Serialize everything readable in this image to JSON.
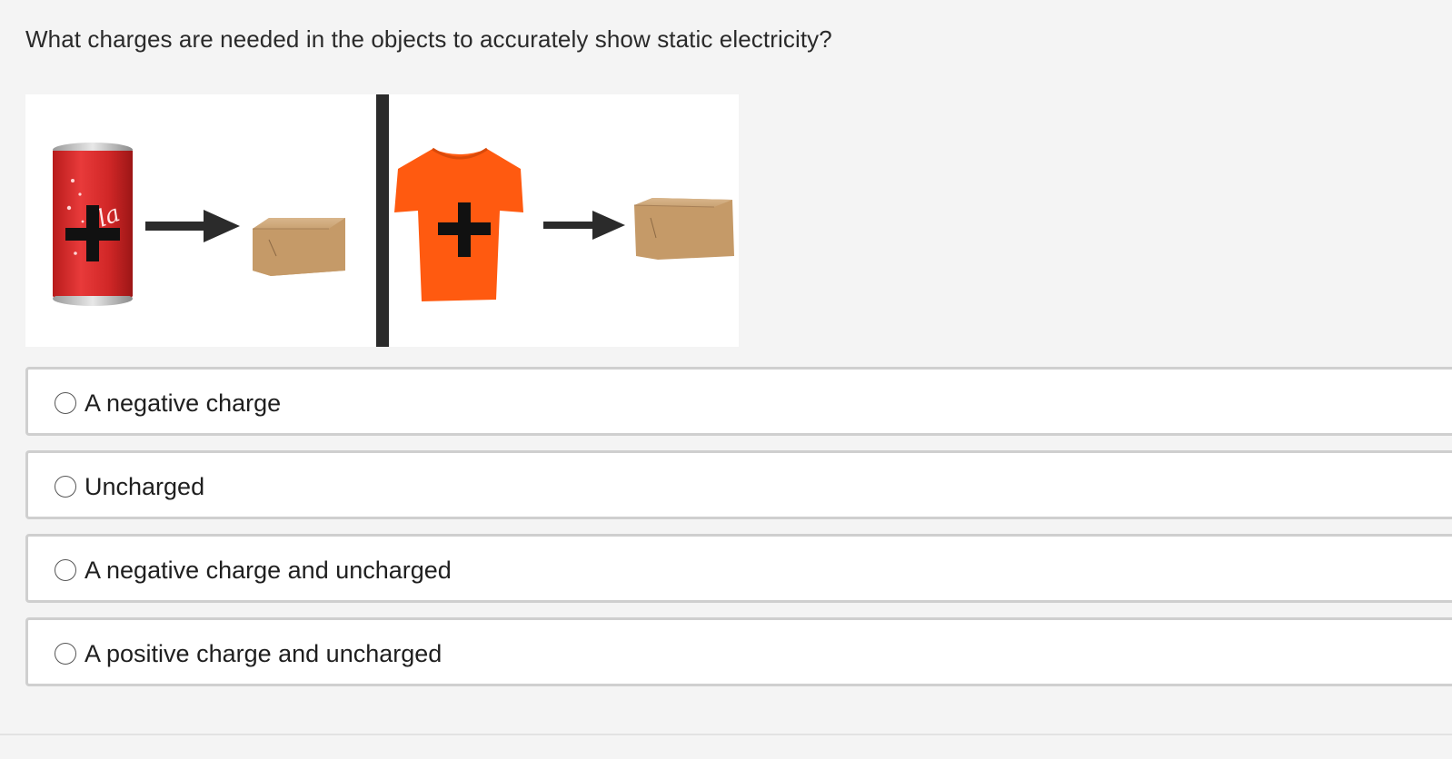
{
  "question": {
    "text": "What charges are needed in the objects to accurately show static electricity?"
  },
  "figure": {
    "left_panel": {
      "object": "soda-can",
      "charge_symbol": "+",
      "target": "box"
    },
    "right_panel": {
      "object": "t-shirt",
      "charge_symbol": "+",
      "target": "box"
    },
    "can_text": "la",
    "colors": {
      "can": "#d42a2a",
      "shirt": "#ff5a10",
      "box": "#c59a6a",
      "arrow": "#2b2b2b",
      "divider": "#2b2b2b"
    }
  },
  "options": [
    {
      "label": "A negative charge",
      "selected": false
    },
    {
      "label": "Uncharged",
      "selected": false
    },
    {
      "label": "A negative charge and uncharged",
      "selected": false
    },
    {
      "label": "A positive charge and uncharged",
      "selected": false
    }
  ]
}
